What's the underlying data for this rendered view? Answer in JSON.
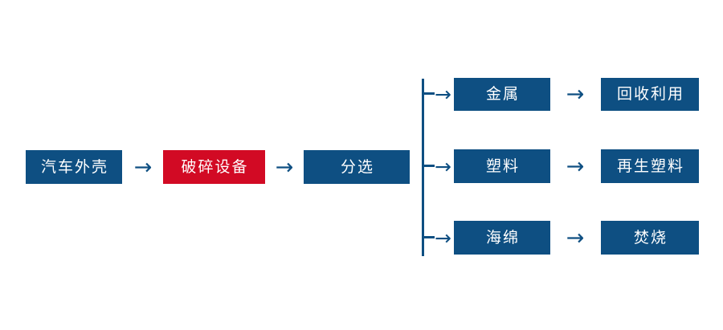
{
  "diagram": {
    "type": "process-flowchart",
    "title": "",
    "colors": {
      "node_primary": "#0E4F82",
      "node_highlight": "#D20A24",
      "node_text": "#FFFFFF",
      "connector": "#0E4F82",
      "background": "#FFFFFF"
    },
    "main_chain": [
      {
        "id": "shell",
        "label": "汽车外壳",
        "style": "blue"
      },
      {
        "id": "crusher",
        "label": "破碎设备",
        "style": "red"
      },
      {
        "id": "sorting",
        "label": "分选",
        "style": "blue"
      }
    ],
    "branches": [
      {
        "id": "metal",
        "material": "金属",
        "destination": "回收利用"
      },
      {
        "id": "plastic",
        "material": "塑料",
        "destination": "再生塑料"
      },
      {
        "id": "sponge",
        "material": "海绵",
        "destination": "焚烧"
      }
    ],
    "arrows": {
      "glyph": "→",
      "labels": {
        "shell_to_crusher": "→",
        "crusher_to_sorting": "→",
        "metal_to_recycle": "→",
        "plastic_to_repla": "→",
        "sponge_to_incin": "→"
      }
    }
  }
}
